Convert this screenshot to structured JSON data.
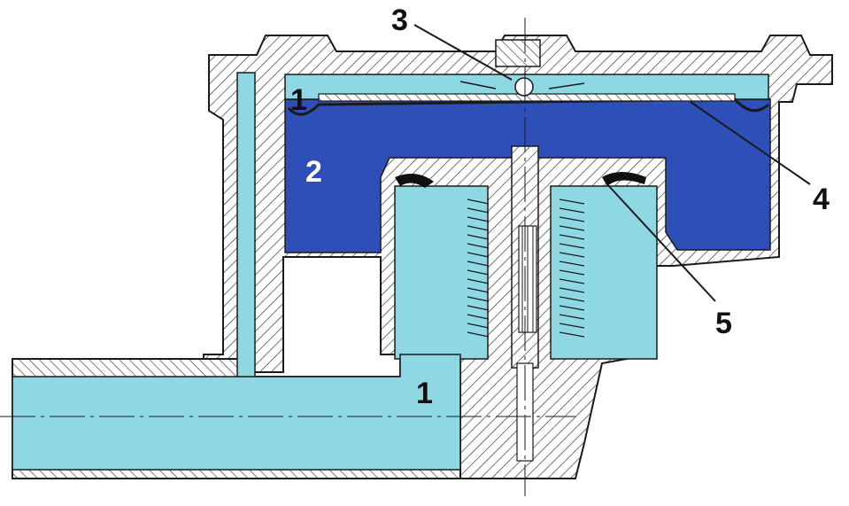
{
  "colors": {
    "light_chamber": "#8ed8e4",
    "dark_chamber": "#2e4fb8",
    "hatch": "#222222",
    "outline": "#1a1a1a",
    "label": "#111111",
    "label_on_dark": "#ffffff"
  },
  "callouts": {
    "c1_top": "1",
    "c2": "2",
    "c3": "3",
    "c4": "4",
    "c5": "5",
    "c1_bottom": "1"
  }
}
